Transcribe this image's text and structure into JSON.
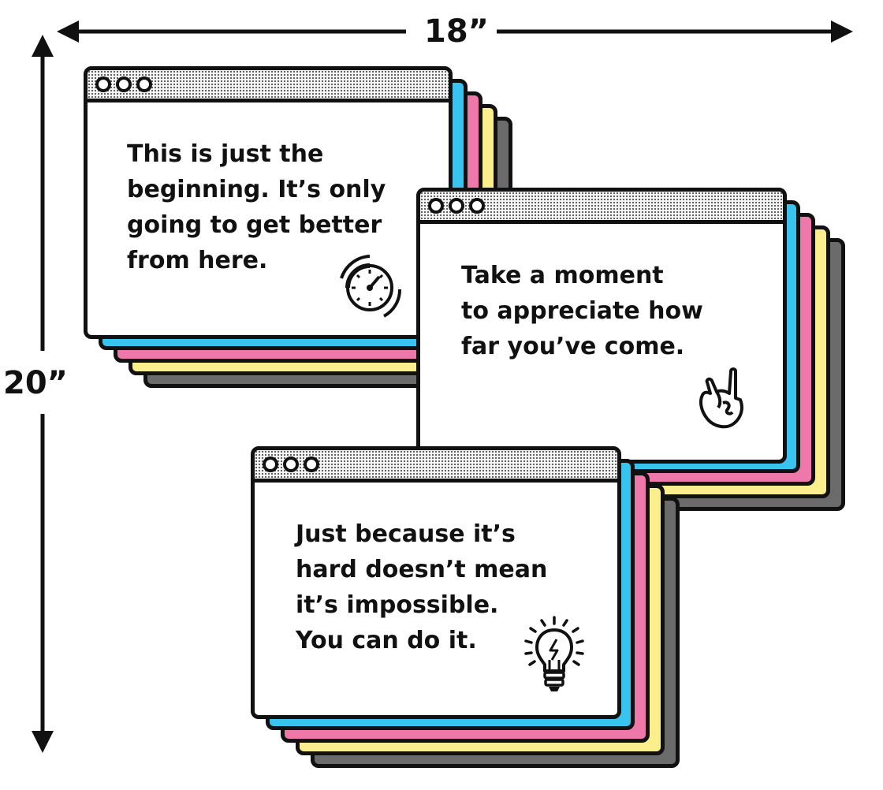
{
  "dimensions": {
    "width_label": "18”",
    "height_label": "20”"
  },
  "cards": [
    {
      "id": "beginning",
      "text": "This is just the\nbeginning. It’s only\ngoing to get better\nfrom here.",
      "icon": "stopwatch-icon"
    },
    {
      "id": "moment",
      "text": "Take a moment\nto appreciate how\nfar you’ve come.",
      "icon": "rock-on-hand-icon"
    },
    {
      "id": "impossible",
      "text": "Just because it’s\nhard doesn’t mean\nit’s impossible.\nYou can do it.",
      "icon": "lightbulb-icon"
    }
  ],
  "colors": {
    "outline": "#111111",
    "layer_colors": [
      "#39c3ef",
      "#ee78aa",
      "#fbee8d",
      "#6b6b6b"
    ],
    "titlebar": "#f4f4f4"
  }
}
